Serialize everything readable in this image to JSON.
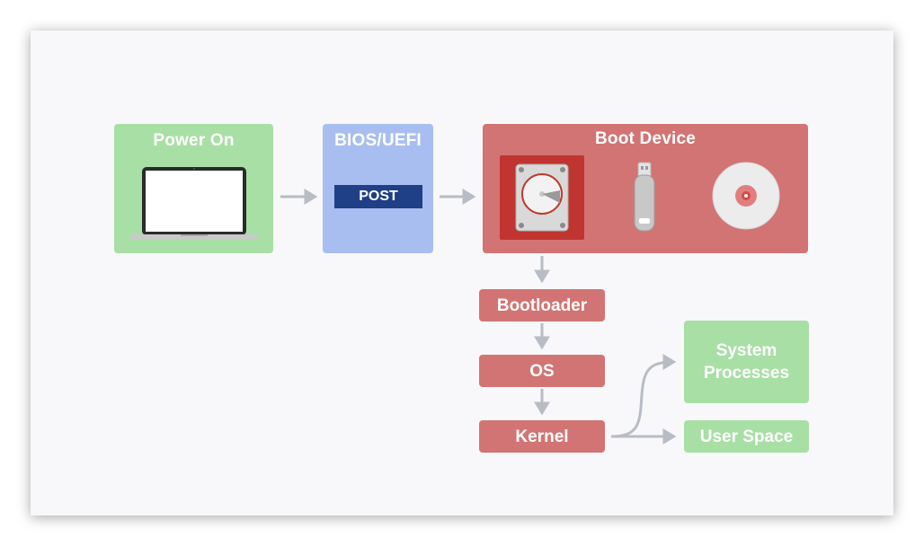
{
  "diagram": {
    "power_on": {
      "title": "Power On",
      "icon": "laptop-icon"
    },
    "bios": {
      "title": "BIOS/UEFI",
      "post_label": "POST"
    },
    "boot_device": {
      "title": "Boot Device",
      "devices": [
        "hard-drive-icon",
        "usb-drive-icon",
        "optical-disc-icon"
      ]
    },
    "bootloader": {
      "label": "Bootloader"
    },
    "os": {
      "label": "OS"
    },
    "kernel": {
      "label": "Kernel"
    },
    "system_processes": {
      "label": "System\nProcesses"
    },
    "user_space": {
      "label": "User Space"
    },
    "colors": {
      "green": "#a8dfa5",
      "blue": "#a9bef0",
      "red": "#d27473",
      "dark_red": "#c0392b",
      "navy": "#1f3f86",
      "arrow": "#b8bcc4"
    }
  }
}
